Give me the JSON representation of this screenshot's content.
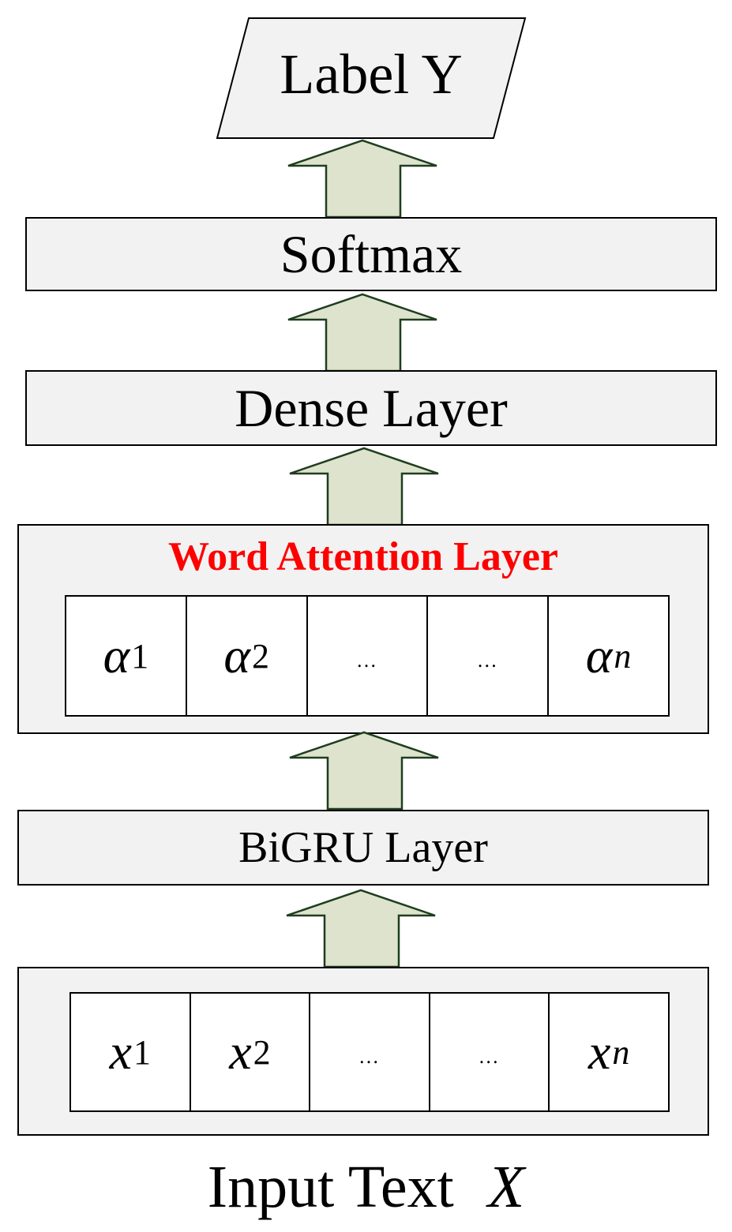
{
  "output": {
    "label": "Label Y"
  },
  "softmax": {
    "label": "Softmax"
  },
  "dense": {
    "label": "Dense Layer"
  },
  "attention": {
    "title": "Word Attention Layer",
    "cells": [
      {
        "sym": "α",
        "sub": "1"
      },
      {
        "sym": "α",
        "sub": "2"
      },
      {
        "dots": "…"
      },
      {
        "dots": "…"
      },
      {
        "sym": "α",
        "sub": "n"
      }
    ]
  },
  "bigru": {
    "label": "BiGRU Layer"
  },
  "input": {
    "cells": [
      {
        "sym": "x",
        "sub": "1"
      },
      {
        "sym": "x",
        "sub": "2"
      },
      {
        "dots": "…"
      },
      {
        "dots": "…"
      },
      {
        "sym": "x",
        "sub": "n"
      }
    ],
    "caption": "Input Text",
    "caption_symbol": "X"
  },
  "colors": {
    "box_fill": "#f2f2f2",
    "arrow_fill": "#dde3cc",
    "arrow_stroke": "#1f3d1f",
    "title_red": "#ff0000"
  }
}
